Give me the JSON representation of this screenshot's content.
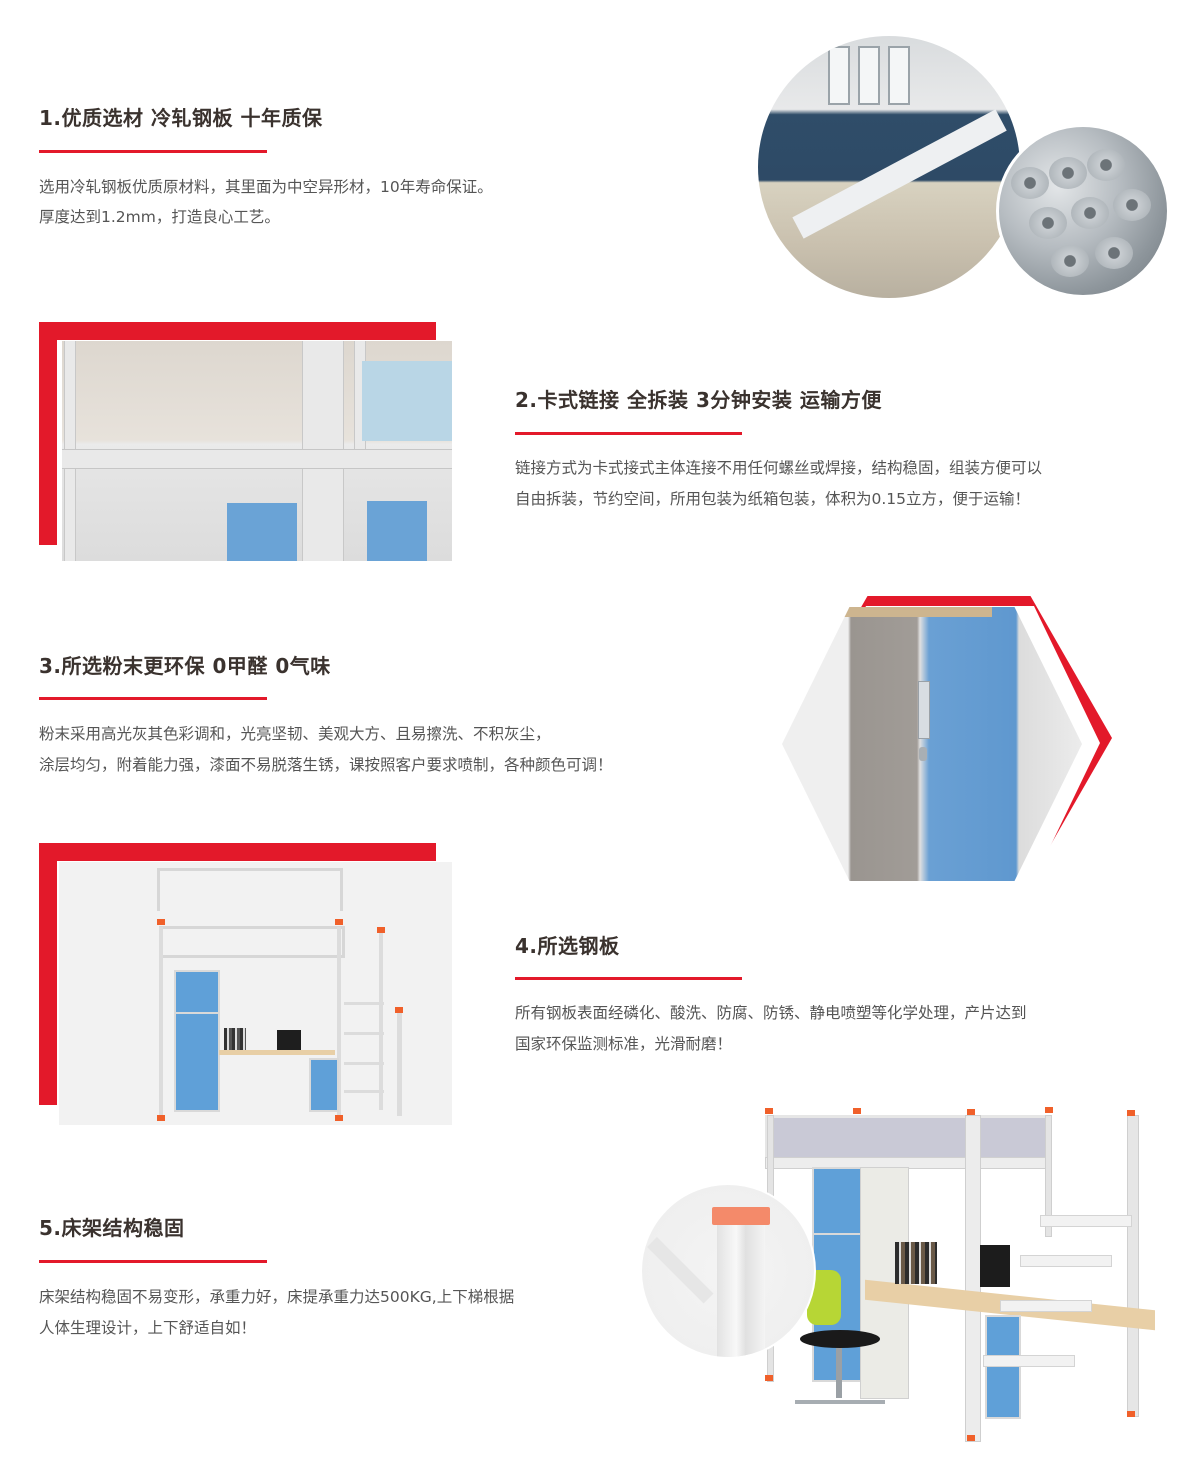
{
  "sections": [
    {
      "number": "1",
      "title": "1.优质选材 冷轧钢板 十年质保",
      "lines": [
        "选用冷轧钢板优质原材料，其里面为中空异形材，10年寿命保证。",
        "厚度达到1.2mm，打造良心工艺。"
      ],
      "images": [
        "steel-roll-forming-machine-photo",
        "steel-coils-photo"
      ]
    },
    {
      "number": "2",
      "title": "2.卡式链接   全拆装   3分钟安装 运输方便",
      "lines": [
        "链接方式为卡式接式主体连接不用任何螺丝或焊接，结构稳固，组装方便可以",
        "自由拆装，节约空间，所用包装为纸箱包装，体积为0.15立方，便于运输！"
      ],
      "images": [
        "bed-frame-card-joint-photo"
      ]
    },
    {
      "number": "3",
      "title": "3.所选粉末更环保 0甲醛 0气味",
      "lines": [
        "粉末采用高光灰其色彩调和，光亮坚韧、美观大方、且易擦洗、不积灰尘，",
        "涂层均匀，附着能力强，漆面不易脱落生锈，课按照客户要求喷制，各种颜色可调！"
      ],
      "images": [
        "blue-locker-door-photo"
      ]
    },
    {
      "number": "4",
      "title": "4.所选钢板",
      "lines": [
        "所有钢板表面经磷化、酸洗、防腐、防锈、静电喷塑等化学处理，产片达到",
        "国家环保监测标准，光滑耐磨！"
      ],
      "images": [
        "loft-bed-with-desk-photo"
      ]
    },
    {
      "number": "5",
      "title": "5.床架结构稳固",
      "lines": [
        "床架结构稳固不易变形，承重力好，床提承重力达500KG,上下梯根据",
        "人体生理设计，上下舒适自如！"
      ],
      "images": [
        "bed-post-detail-photo",
        "loft-bed-with-stairs-and-chair-photo"
      ]
    }
  ],
  "colors": {
    "accent_red": "#e3192a",
    "heading": "#3a322e",
    "body_text": "#555555",
    "locker_blue": "#5fa0d8"
  }
}
